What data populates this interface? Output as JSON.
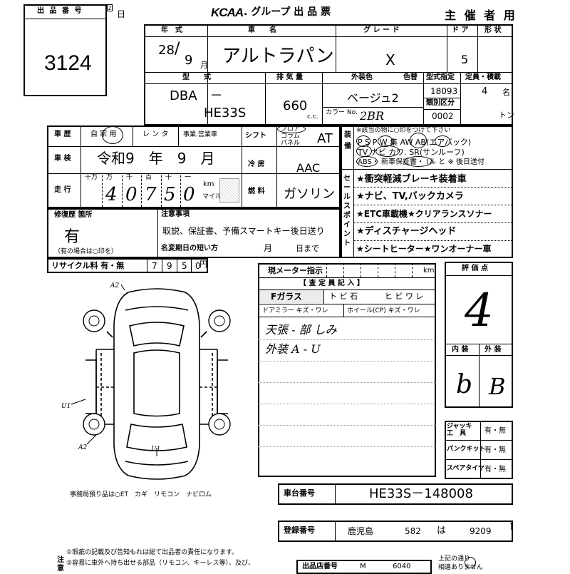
{
  "header": {
    "lot_label": "出 品 番 号",
    "lot_number": "3124",
    "day_suffix": "日",
    "logo": "KCAA",
    "group_title": ". グループ  出 品 票",
    "organizer": "主 催 者 用"
  },
  "row1": {
    "year_label": "年　式",
    "year_val": "28",
    "month_val": "9",
    "month_unit": "月",
    "model_label": "車　　名",
    "model_name": "アルトラパン",
    "grade_label": "グ レ ー ド",
    "grade_val": "X",
    "doors_label": "ド ア",
    "doors_val": "5",
    "shape_label": "形 状"
  },
  "row2": {
    "type_label": "型　　式",
    "type_prefix": "DBA　－",
    "type_code": "HE33S",
    "disp_label": "排 気 量",
    "disp_val": "660",
    "disp_unit": "c.c.",
    "color_label": "外装色",
    "color_no_label": "色替",
    "color_val": "ベージュ2",
    "color_code_label": "カラー No.",
    "color_code": "2BR",
    "spec_label": "型式指定",
    "spec_val": "18093",
    "class_label": "類別区分",
    "class_val": "0002",
    "capacity_label": "定員・積載",
    "capacity_val": "4",
    "capacity_unit": "名",
    "load_unit": "トン"
  },
  "history": {
    "label": "車 歴",
    "options": [
      "自 家 用",
      "レ ン タ",
      "事業.営業車"
    ],
    "shift_label": "シフト",
    "shift_opts": [
      "フロア",
      "コラム",
      "パネル"
    ],
    "shift_val": "AT"
  },
  "inspection": {
    "label": "車 検",
    "val": "令和9　年　9　月",
    "ac_label": "冷 房",
    "ac_val": "AAC"
  },
  "mileage": {
    "label": "走 行",
    "digit_units": [
      "十万",
      "万",
      "千",
      "百",
      "十",
      "一"
    ],
    "digits": [
      "",
      "4",
      "0",
      "7",
      "5",
      "0"
    ],
    "unit_km": "km",
    "unit_mile": "マイル",
    "fuel_label": "燃 料",
    "fuel_val": "ガソリン"
  },
  "equipment": {
    "side_label": "装 備",
    "note": "※該当の物に○印をつけて下さい",
    "line1": "P S   P W   集 AW   AB(エアバック)",
    "line2": "TV   ナビ   カワ.  SR(サンルーフ)",
    "line3": "ABS・ 新車保証書・ (ル と ※ 後日送付",
    "selling_label": "セールスポイント",
    "selling": [
      "★衝突軽減ブレーキ装着車",
      "★ナビ、TV,バックカメラ",
      "★ETC車載機★クリアランスソナー",
      "★ディスチャージヘッド",
      "★シートヒーター★ワンオーナー車"
    ]
  },
  "repair": {
    "label": "修復歴 箇所",
    "val": "有",
    "note": "（有の場合は○印を）",
    "notes_label": "注意事項",
    "notes_text": "取説、保証書、予備スマートキー後日送り",
    "deadline_label": "名変期日の短い方",
    "deadline_month": "月",
    "deadline_day": "日まで"
  },
  "recycle": {
    "label": "リサイクル料 有・無",
    "digits": [
      "7",
      "9",
      "5",
      "0"
    ],
    "unit": "円"
  },
  "meter": {
    "label": "現メーター指示",
    "unit": "km",
    "inspector_label": "【 査 定 員 記 入 】",
    "glass_label": "Fガラス",
    "glass_opts": [
      "ト ビ 石",
      "ヒ ビ ワ レ"
    ],
    "mirror_label": "ドアミラー キズ・ワレ",
    "wheel_label": "ホイール(CP) キズ・ワレ",
    "remark1": "天張 - 部 しみ",
    "remark2": "外装 A - U"
  },
  "score": {
    "label": "評 価 点",
    "val": "4",
    "interior_label": "内 装",
    "exterior_label": "外 装",
    "interior_val": "b",
    "exterior_val": "B"
  },
  "tools": [
    {
      "label": "ジャッキ 工　具",
      "val": "有・無"
    },
    {
      "label": "パンクキット",
      "val": "有・無"
    },
    {
      "label": "スペアタイヤ",
      "val": "有・無"
    }
  ],
  "diagram": {
    "marks": [
      "A2",
      "U1",
      "A2",
      "U1"
    ],
    "office_note": "事務局預り品は○ET　カギ　リモコン　ナビロム"
  },
  "chassis": {
    "label": "車台番号",
    "val": "HE33S－148008"
  },
  "registration": {
    "label": "登録番号",
    "area": "鹿児島",
    "class": "582",
    "kana": "は",
    "number": "9209",
    "mark": "↑"
  },
  "footer": {
    "side": "注意",
    "note1": "①瑕疵の記載及び告知もれは総て出品者の責任になります。",
    "note2": "②容易に車外へ持ち出せる部品（リモコン、キーレス等）、及び、",
    "store_label": "出品店番号",
    "store_val": "M",
    "store_num": "6040",
    "right_note1": "上記の通り",
    "right_note2": "相違ありません"
  }
}
